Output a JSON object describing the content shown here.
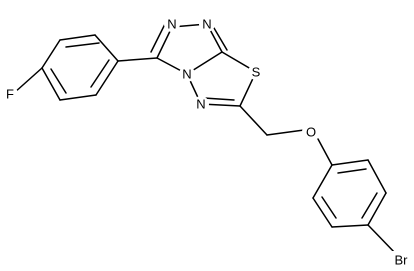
{
  "molecule": {
    "atoms": {
      "n1": "N",
      "n2": "N",
      "n4": "N",
      "n5": "N",
      "s1": "S",
      "o1": "O",
      "f1": "F",
      "br1": "Br"
    }
  },
  "colors": {
    "bond": "#000000",
    "background": "#ffffff"
  }
}
